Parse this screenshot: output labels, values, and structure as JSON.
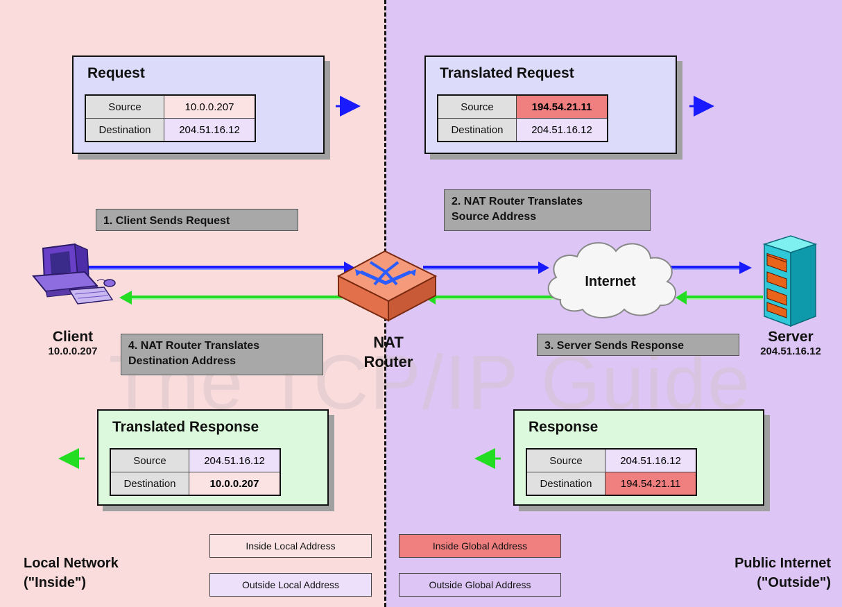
{
  "regions": {
    "local": {
      "line1": "Local Network",
      "line2": "(\"Inside\")"
    },
    "public": {
      "line1": "Public Internet",
      "line2": "(\"Outside\")"
    }
  },
  "watermark": "The TCP/IP Guide",
  "request": {
    "title": "Request",
    "source_label": "Source",
    "source_value": "10.0.0.207",
    "dest_label": "Destination",
    "dest_value": "204.51.16.12"
  },
  "translated_request": {
    "title": "Translated Request",
    "source_label": "Source",
    "source_value": "194.54.21.11",
    "dest_label": "Destination",
    "dest_value": "204.51.16.12"
  },
  "translated_response": {
    "title": "Translated Response",
    "source_label": "Source",
    "source_value": "204.51.16.12",
    "dest_label": "Destination",
    "dest_value": "10.0.0.207"
  },
  "response": {
    "title": "Response",
    "source_label": "Source",
    "source_value": "204.51.16.12",
    "dest_label": "Destination",
    "dest_value": "194.54.21.11"
  },
  "steps": {
    "step1": "1. Client Sends Request",
    "step2_line1": "2. NAT Router Translates",
    "step2_line2": "Source Address",
    "step3": "3. Server Sends Response",
    "step4_line1": "4. NAT Router Translates",
    "step4_line2": "Destination Address"
  },
  "nodes": {
    "client_name": "Client",
    "client_ip": "10.0.0.207",
    "router_line1": "NAT",
    "router_line2": "Router",
    "internet": "Internet",
    "server_name": "Server",
    "server_ip": "204.51.16.12"
  },
  "legend": {
    "inside_local": "Inside Local Address",
    "outside_local": "Outside Local Address",
    "inside_global": "Inside Global Address",
    "outside_global": "Outside Global Address"
  },
  "colors": {
    "request_arrow": "#1a1aff",
    "response_arrow": "#22dd22",
    "inside_local": "#fbe3e3",
    "outside_local": "#ece0fb",
    "inside_global": "#f08080",
    "outside_global": "#ddc6f5"
  }
}
